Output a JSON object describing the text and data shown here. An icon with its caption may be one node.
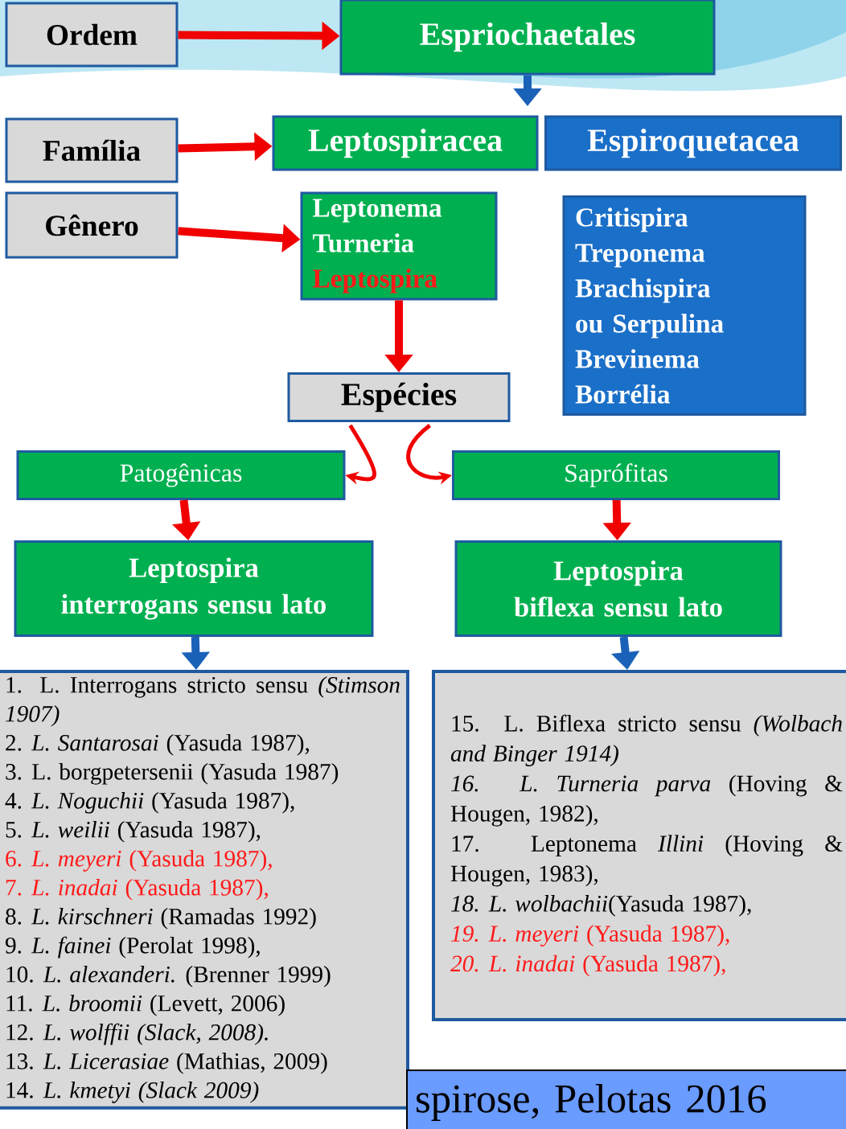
{
  "diagram": {
    "nodes": [
      {
        "text": [
          "Ordem"
        ]
      },
      {
        "text": [
          "Espriochaetales"
        ]
      },
      {
        "text": [
          "Família"
        ]
      },
      {
        "text": [
          "Leptospiracea"
        ]
      },
      {
        "text": [
          "Espiroquetacea"
        ]
      },
      {
        "text": [
          "Gênero"
        ]
      },
      {
        "text": [
          "Leptonema",
          "Turneria",
          "Leptospira"
        ]
      },
      {
        "text": [
          "Critispira",
          "Treponema",
          "Brachispira",
          "ou Serpulina",
          "Brevinema",
          "Borrélia"
        ]
      },
      {
        "text": [
          "Espécies"
        ]
      },
      {
        "text": [
          "Patogênicas"
        ]
      },
      {
        "text": [
          "Saprófitas"
        ]
      },
      {
        "text": [
          "Leptospira interrogans sensu lato"
        ]
      },
      {
        "text": [
          "Leptospira biflexa sensu lato"
        ]
      },
      {
        "text": [
          "1. L. Interrogans stricto sensu *(Stimson 1907)*",
          "2. *L. Santarosai* (Yasuda 1987),",
          "3. L. borgpetersenii (Yasuda 1987)",
          "4. *L. Noguchii* (Yasuda 1987),",
          "5. *L. weilii* (Yasuda 1987),",
          "6. *L. meyeri* (Yasuda 1987),",
          "7. *L. inadai* (Yasuda 1987),",
          "8. *L. kirschneri* (Ramadas 1992)",
          "9. *L. fainei* (Perolat 1998),",
          "10. *L. alexanderi.* (Brenner 1999)",
          "11. *L. broomii* (Levett, 2006)",
          "12. *L. wolffii (Slack, 2008).*",
          "13. *L. Licerasiae* (Mathias, 2009)",
          "14. *L. kmetyi (Slack 2009)*"
        ]
      },
      {
        "text": [
          "15. L. Biflexa stricto sensu *(Wolbach and Binger 1914)*",
          "*16. L. Turneria parva* (Hoving & Hougen, 1982),",
          "17. Leptonema *Illini* (Hoving & Hougen, 1983),",
          "*18. L. wolbachii*(Yasuda 1987),",
          "*19. L. meyeri* (Yasuda 1987),",
          "*20. L. inadai* (Yasuda 1987),"
        ]
      }
    ],
    "edges": [
      {
        "from": 0,
        "to": 1,
        "arrow": "to"
      },
      {
        "from": 1,
        "to": null,
        "arrow": "to",
        "color": "#1a62b8"
      },
      {
        "from": 2,
        "to": 3,
        "arrow": "to"
      },
      {
        "from": 5,
        "to": 6,
        "arrow": "to"
      },
      {
        "from": 6,
        "to": 8,
        "arrow": "to"
      },
      {
        "from": 8,
        "to": 9,
        "arrow": "to"
      },
      {
        "from": 8,
        "to": 10,
        "arrow": "to"
      },
      {
        "from": 9,
        "to": 11,
        "arrow": "to"
      },
      {
        "from": 10,
        "to": 12,
        "arrow": "to"
      },
      {
        "from": 11,
        "to": 13,
        "arrow": "to",
        "color": "#1a62b8"
      },
      {
        "from": 12,
        "to": 14,
        "arrow": "to",
        "color": "#1a62b8"
      }
    ],
    "labels": [
      "spirose, Pelotas 2016"
    ]
  }
}
